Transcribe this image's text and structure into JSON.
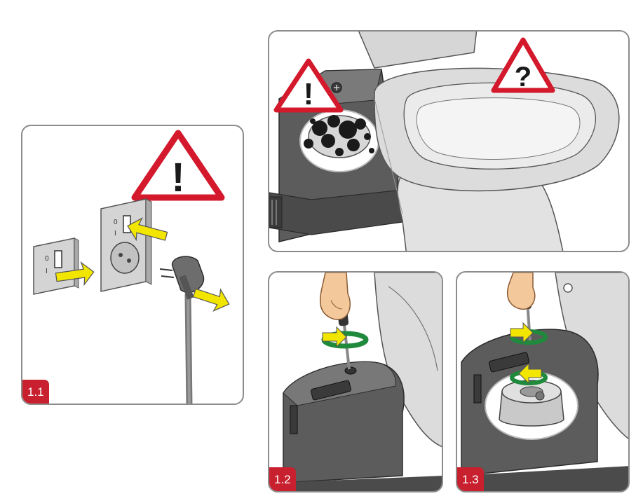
{
  "colors": {
    "warning_red": "#d3192b",
    "badge_red": "#c8202e",
    "arrow_yellow": "#f2e500",
    "arrow_green": "#1f8a3c",
    "device_grey": "#5c5c5c",
    "porcelain": "#dcdcdc",
    "panel_border": "#8c8c8c"
  },
  "steps": [
    {
      "label": "1.1"
    },
    {
      "label": "1.2"
    },
    {
      "label": "1.3"
    }
  ],
  "panel_1_1": {
    "warning_symbol": "!",
    "switch_label_off": "0",
    "switch_label_on": "I",
    "icons": [
      "warning-triangle-icon",
      "wall-switch-icon",
      "power-socket-icon",
      "power-plug-icon",
      "arrow-icon"
    ]
  },
  "panel_warning": {
    "warning_symbol_left": "!",
    "warning_symbol_right": "?",
    "icons": [
      "warning-triangle-icon",
      "question-triangle-icon",
      "toilet-icon",
      "sewage-pump-icon",
      "dirt-splatter-icon"
    ]
  },
  "panel_1_2": {
    "icons": [
      "hand-icon",
      "screwdriver-icon",
      "rotate-arrow-icon",
      "pump-unit-icon"
    ]
  },
  "panel_1_3": {
    "icons": [
      "hand-icon",
      "screwdriver-icon",
      "rotate-arrow-icon",
      "motor-unit-icon"
    ]
  }
}
